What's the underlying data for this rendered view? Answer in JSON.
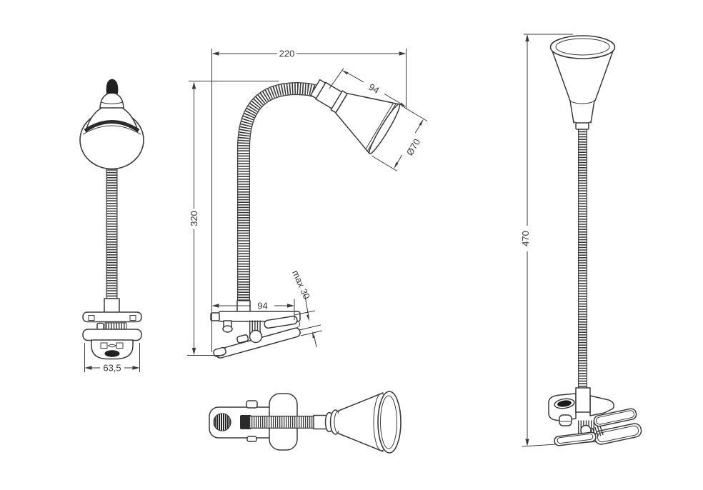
{
  "drawing": {
    "type": "technical-dimension-drawing",
    "subject": "flexible gooseneck clamp spotlight, four orthographic/perspective views",
    "dimensions": {
      "arm_projection": "220",
      "head_length": "94",
      "shade_diameter": "Ø70",
      "mount_height": "320",
      "clamp_opening": "max 30",
      "clamp_width": "94",
      "clamp_front_width": "63,5",
      "total_height": "470"
    },
    "colors": {
      "line": "#3a3a3a",
      "background": "#ffffff",
      "solid_fill": "#1f1f1f"
    }
  }
}
